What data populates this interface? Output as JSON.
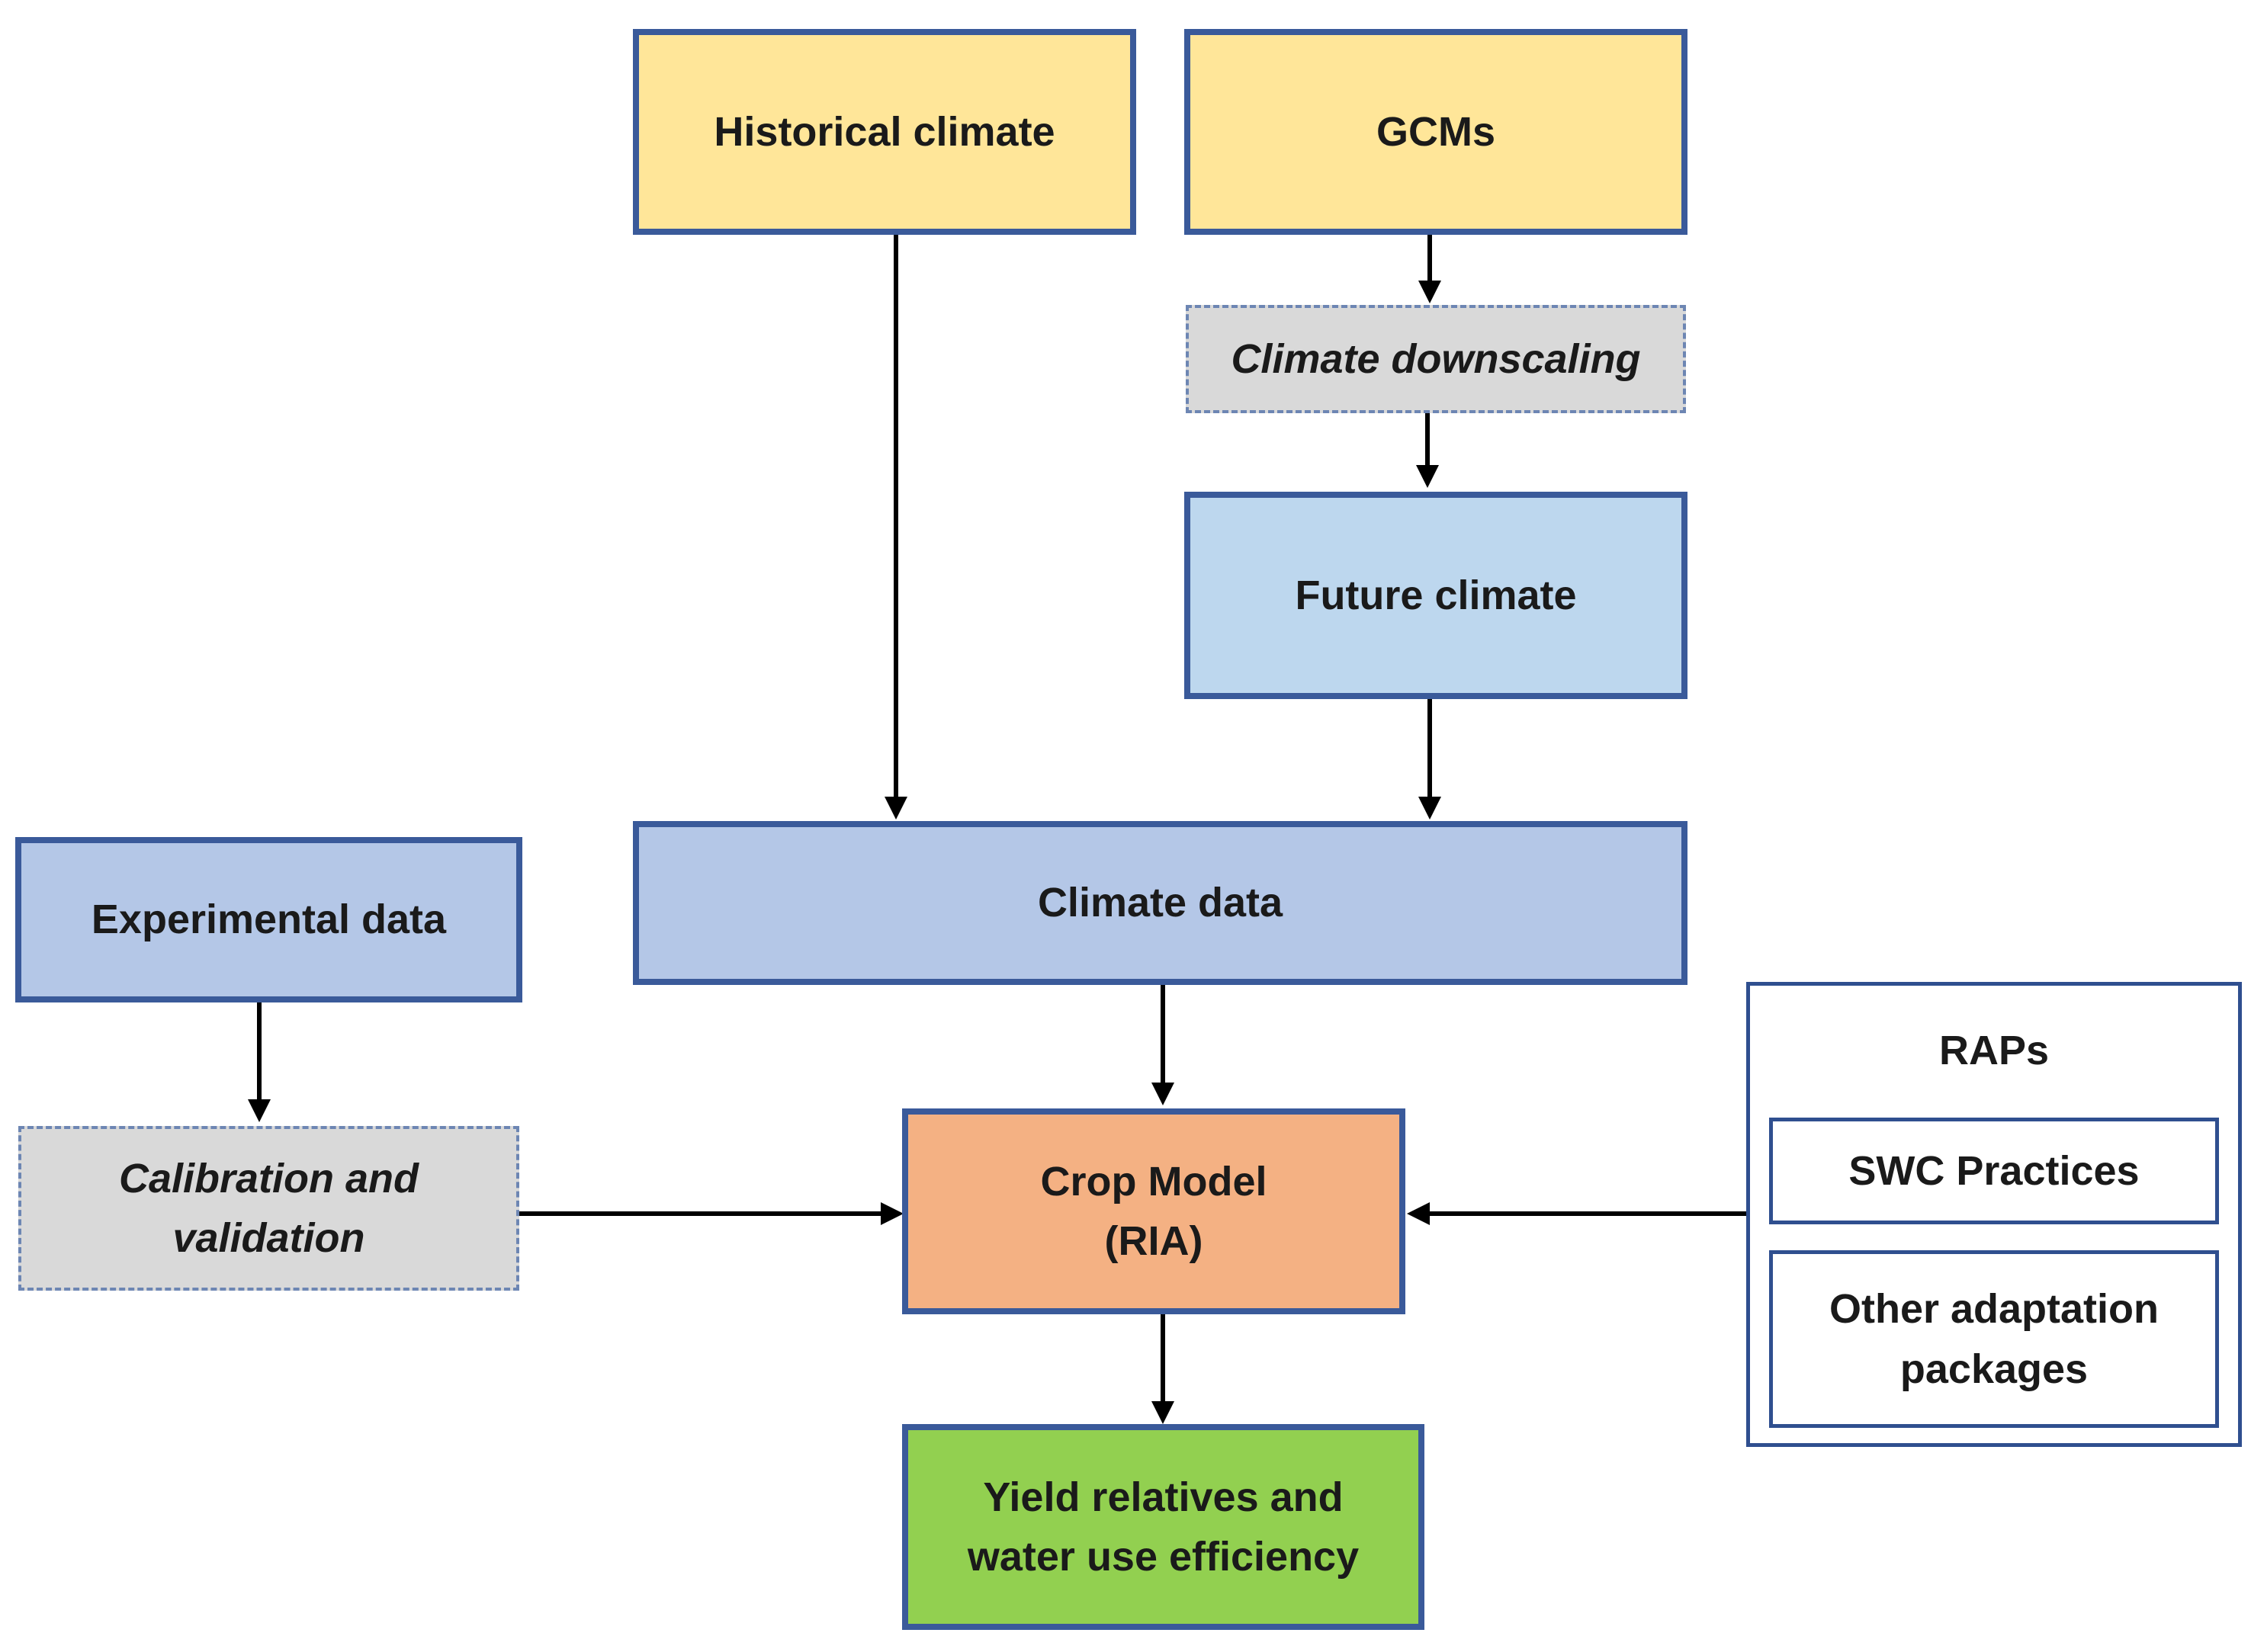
{
  "nodes": {
    "historical_climate": "Historical climate",
    "gcms": "GCMs",
    "climate_downscaling": "Climate downscaling",
    "future_climate": "Future climate",
    "climate_data": "Climate data",
    "experimental_data": "Experimental data",
    "calibration_line1": "Calibration and",
    "calibration_line2": "validation",
    "crop_model_line1": "Crop Model",
    "crop_model_line2": "(RIA)",
    "yield_line1": "Yield relatives and",
    "yield_line2": "water use efficiency",
    "raps_title": "RAPs",
    "swc_practices": "SWC Practices",
    "other_line1": "Other adaptation",
    "other_line2": "packages"
  },
  "colors": {
    "climate_source": "#ffe699",
    "future_climate": "#bdd7ee",
    "climate_data": "#b4c7e7",
    "crop_model": "#f4b183",
    "output": "#92d050",
    "process": "#d9d9d9",
    "border": "#3a5a9a"
  }
}
